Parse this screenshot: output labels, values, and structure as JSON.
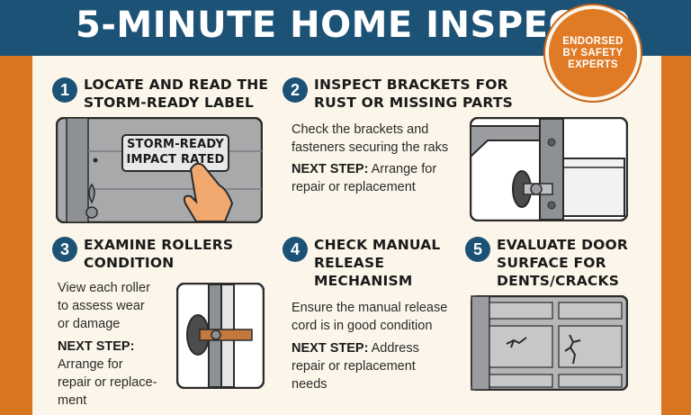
{
  "header": {
    "title": "5-MINUTE HOME INSPECTO"
  },
  "badge": {
    "lines": [
      "ENDORSED",
      "BY SAFETY",
      "EXPERTS"
    ]
  },
  "steps": [
    {
      "number": "1",
      "title_lines": [
        "LOCATE AND READ THE",
        "STORM-READY LABEL"
      ],
      "label_lines": [
        "STORM-READY",
        "IMPACT RATED"
      ]
    },
    {
      "number": "2",
      "title_lines": [
        "INSPECT BRACKETS FOR",
        "RUST OR MISSING PARTS"
      ],
      "body_lines": [
        "Check the brackets and",
        "fasteners securing the raks"
      ],
      "next_step_label": "NEXT STEP:",
      "next_step_lines": [
        " Arrange for",
        "repair or replacement"
      ]
    },
    {
      "number": "3",
      "title_lines": [
        "EXAMINE ROLLERS",
        "CONDITION"
      ],
      "body_lines": [
        "View each roller",
        "to assess wear",
        "or damage"
      ],
      "next_step_label": "NEXT STEP:",
      "next_step_lines": [
        "Arrange for",
        "repair or replace-",
        "ment"
      ]
    },
    {
      "number": "4",
      "title_lines": [
        "CHECK MANUAL",
        "RELEASE",
        "MECHANISM"
      ],
      "body_lines": [
        "Ensure the manual release",
        "cord is in good condition"
      ],
      "next_step_label": "NEXT STEP:",
      "next_step_lines": [
        " Address",
        "repair or replacement",
        "needs"
      ]
    },
    {
      "number": "5",
      "title_lines": [
        "EVALUATE DOOR",
        "SURFACE FOR",
        "DENTS/CRACKS"
      ]
    }
  ],
  "colors": {
    "header": "#1c5275",
    "accent": "#d9741f",
    "panel": "#fbf6e9"
  }
}
